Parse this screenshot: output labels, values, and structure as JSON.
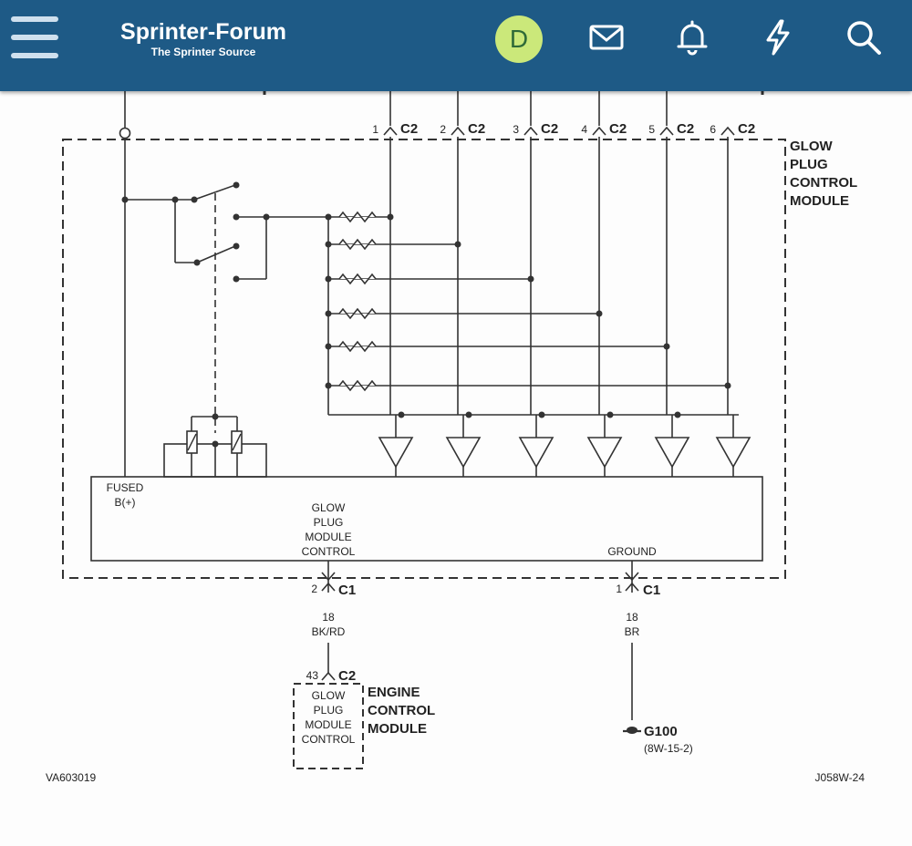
{
  "app": {
    "title": "Sprinter-Forum",
    "subtitle": "The Sprinter Source",
    "avatar_letter": "D"
  },
  "icons": {
    "menu": "menu-icon",
    "messages": "mail-icon",
    "alerts": "bell-icon",
    "whats_new": "lightning-icon",
    "search": "search-icon"
  },
  "colors": {
    "header": "#1e5a86",
    "avatar_bg": "#cbe87a",
    "avatar_fg": "#2f6a38",
    "line": "#333333"
  },
  "diagram": {
    "module_title": [
      "GLOW",
      "PLUG",
      "CONTROL",
      "MODULE"
    ],
    "connector_c2": "C2",
    "connector_c1": "C1",
    "pins_top": [
      "1",
      "2",
      "3",
      "4",
      "5",
      "6"
    ],
    "fused_label": [
      "FUSED",
      "B(+)"
    ],
    "inner_control_label": [
      "GLOW",
      "PLUG",
      "MODULE",
      "CONTROL"
    ],
    "ground_label": "GROUND",
    "pin_left": "2",
    "pin_right": "1",
    "wire_left": {
      "gauge": "18",
      "color": "BK/RD"
    },
    "wire_right": {
      "gauge": "18",
      "color": "BR"
    },
    "ecm_pin": "43",
    "ecm_connector": "C2",
    "ecm_inner_label": [
      "GLOW",
      "PLUG",
      "MODULE",
      "CONTROL"
    ],
    "ecm_title": [
      "ENGINE",
      "CONTROL",
      "MODULE"
    ],
    "ground_point": "G100",
    "ground_ref": "(8W-15-2)",
    "footer_left": "VA603019",
    "footer_right": "J058W-24"
  }
}
